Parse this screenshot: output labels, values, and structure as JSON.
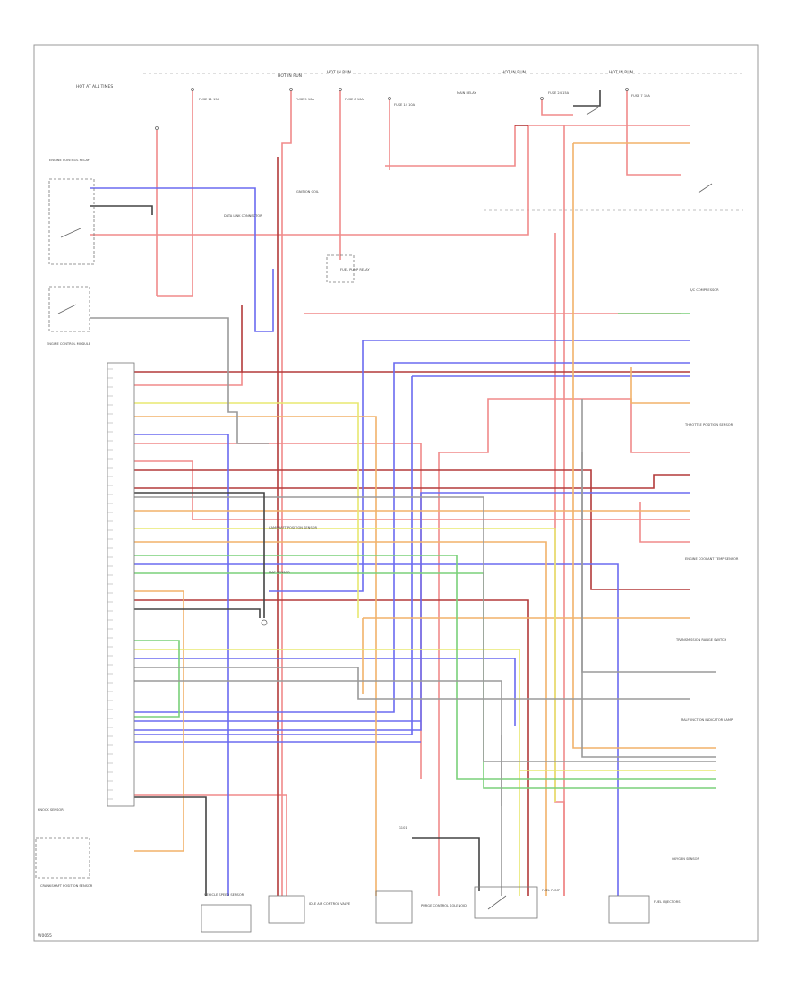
{
  "diagram": {
    "footer_code": "W0065",
    "colors": {
      "red": "#f08a8a",
      "dark_red": "#b33a3a",
      "blue": "#6b6bf0",
      "dark_blue": "#2a2ab8",
      "orange": "#f2b26a",
      "yellow": "#e8e870",
      "green": "#7ad07a",
      "gray": "#9a9a9a",
      "black": "#444444",
      "frame": "#999999"
    },
    "labels": {
      "hot_at_all_times_1": "HOT AT ALL TIMES",
      "hot_in_run_1": "HOT IN RUN",
      "hot_in_run_2": "HOT IN RUN",
      "hot_in_run_3": "HOT IN RUN",
      "hot_in_run_4": "HOT IN RUN",
      "fuse_1": "FUSE 11 15A",
      "fuse_2": "FUSE 5 10A",
      "fuse_3": "FUSE 8 10A",
      "fuse_4": "FUSE 14 10A",
      "fuse_5": "FUSE 24 15A",
      "fuse_6": "FUSE 7 10A",
      "ecm_relay": "ENGINE CONTROL RELAY",
      "fuel_pump_relay": "FUEL PUMP RELAY",
      "ecm": "ENGINE CONTROL MODULE",
      "main_relay": "MAIN RELAY",
      "data_link": "DATA LINK CONNECTOR",
      "ign_coil": "IGNITION COIL",
      "ac_compressor": "A/C COMPRESSOR",
      "speed_sensor": "VEHICLE SPEED SENSOR",
      "tps": "THROTTLE POSITION SENSOR",
      "iac": "IDLE AIR CONTROL VALVE",
      "ect": "ENGINE COOLANT TEMP SENSOR",
      "o2_sensor": "OXYGEN SENSOR",
      "knock_sensor": "KNOCK SENSOR",
      "crank_sensor": "CRANKSHAFT POSITION SENSOR",
      "cam_sensor": "CAMSHAFT POSITION SENSOR",
      "map_sensor": "MAP SENSOR",
      "purge_valve": "PURGE CONTROL SOLENOID",
      "fuel_pump": "FUEL PUMP",
      "ground": "G101",
      "injectors": "FUEL INJECTORS",
      "trans_range": "TRANSMISSION RANGE SWITCH",
      "mil": "MALFUNCTION INDICATOR LAMP"
    }
  }
}
